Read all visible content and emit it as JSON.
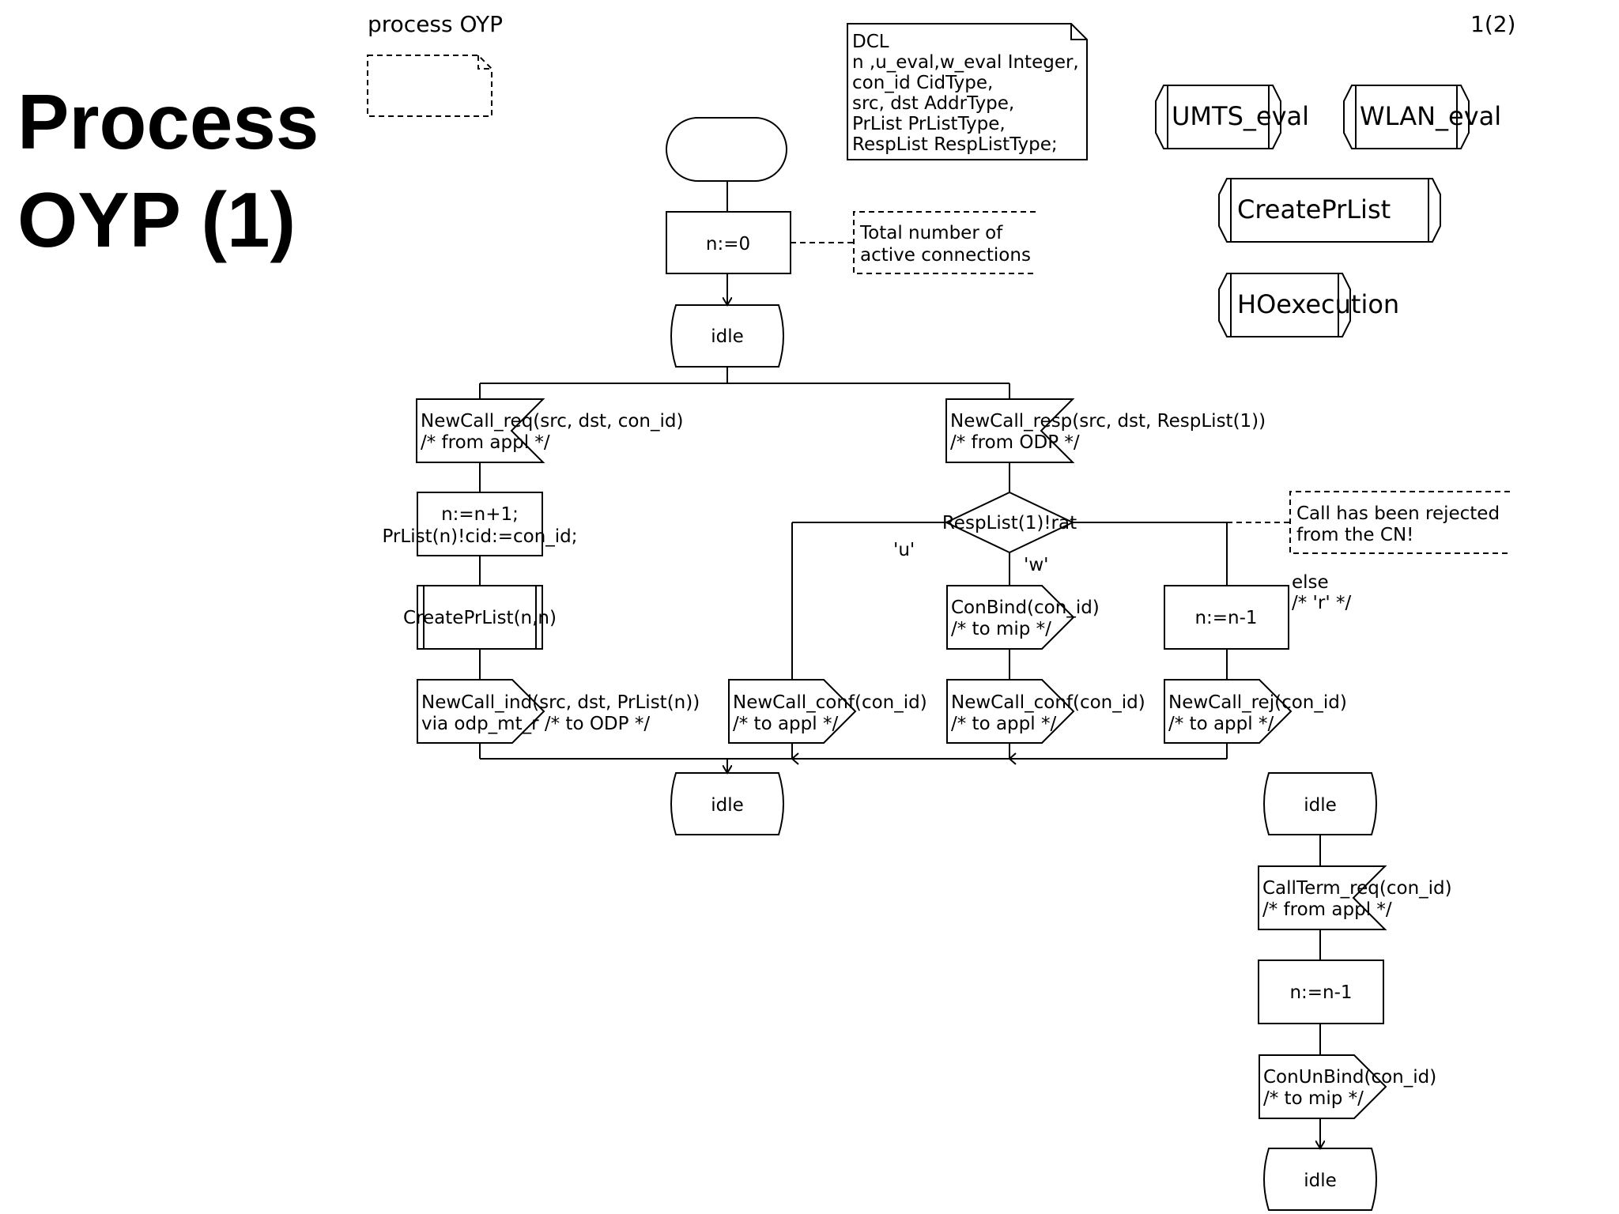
{
  "slide_title": {
    "line1": "Process",
    "line2": "OYP (1)"
  },
  "frame": {
    "process_heading": "process OYP",
    "page_number": "1(2)"
  },
  "declaration": {
    "lines": [
      "DCL",
      "n ,u_eval,w_eval Integer,",
      "con_id CidType,",
      "src, dst AddrType,",
      "PrList PrListType,",
      "RespList RespListType;"
    ]
  },
  "procedure_refs": [
    "UMTS_eval",
    "WLAN_eval",
    "CreatePrList",
    "HOexecution"
  ],
  "comments": {
    "total_connections": [
      "Total number of",
      "active connections"
    ],
    "call_rejected": [
      "Call has been rejected",
      "from the CN!"
    ]
  },
  "nodes": {
    "init_task": "n:=0",
    "state_idle": "idle",
    "input_newcall_req": [
      "NewCall_req(src, dst, con_id)",
      "/* from appl */"
    ],
    "input_newcall_resp": [
      "NewCall_resp(src, dst, RespList(1))",
      "/* from ODP */"
    ],
    "task_increment": [
      "n:=n+1;",
      "PrList(n)!cid:=con_id;"
    ],
    "call_createprlist": "CreatePrList(n,n)",
    "output_newcall_ind": [
      "NewCall_ind(src, dst, PrList(n))",
      "via odp_mt_r /* to ODP */"
    ],
    "decision": "RespList(1)!rat",
    "branch_u": "'u'",
    "branch_w": "'w'",
    "branch_else": [
      "else",
      "/* 'r' */"
    ],
    "output_conbind": [
      "ConBind(con_id)",
      "/* to mip */"
    ],
    "task_decrement": "n:=n-1",
    "output_conf_u": [
      "NewCall_conf(con_id)",
      "/* to appl */"
    ],
    "output_conf_w": [
      "NewCall_conf(con_id)",
      "/* to appl */"
    ],
    "output_rej": [
      "NewCall_rej(con_id)",
      "/* to appl */"
    ],
    "input_callterm": [
      "CallTerm_req(con_id)",
      "/* from appl */"
    ],
    "output_conunbind": [
      "ConUnBind(con_id)",
      "/* to mip */"
    ]
  }
}
